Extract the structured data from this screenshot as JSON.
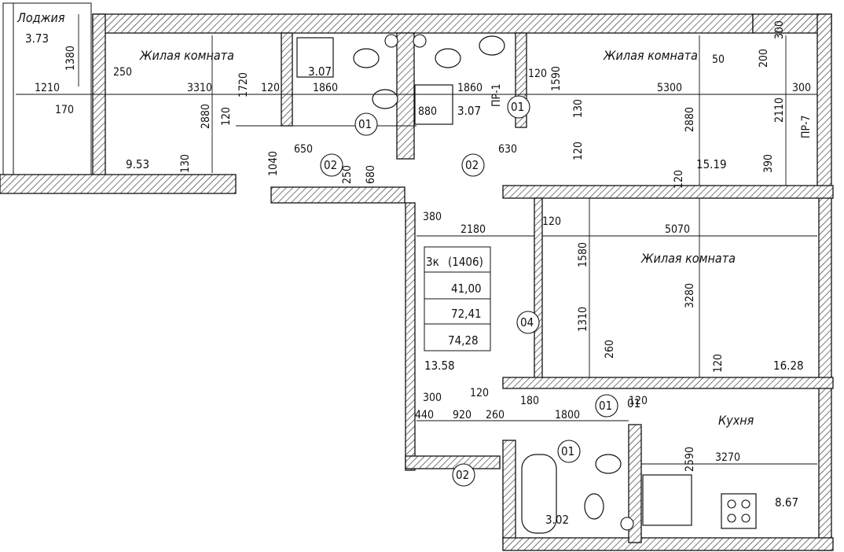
{
  "rooms": {
    "loggia": {
      "label": "Лоджия",
      "area": "3.73"
    },
    "living_left": {
      "label": "Жилая комната",
      "area": "9.53"
    },
    "living_right_top": {
      "label": "Жилая комната",
      "area": "15.19"
    },
    "living_right_mid": {
      "label": "Жилая комната",
      "area": "16.28"
    },
    "bath_top_left": {
      "area": "3.07"
    },
    "bath_top_right": {
      "area": "3.07"
    },
    "hall": {
      "area": "13.58"
    },
    "kitchen": {
      "label": "Кухня",
      "area": "8.67"
    },
    "bathroom_bottom": {
      "area": "3.02"
    }
  },
  "apartment_box": {
    "type": "3к",
    "code": "(1406)",
    "living_area": "41,00",
    "total_area": "72,41",
    "total_with_loggia": "74,28"
  },
  "door_marks": [
    "01",
    "02",
    "01",
    "02",
    "01",
    "04",
    "01",
    "01",
    "02"
  ],
  "duct_marks": [
    "ПР-1",
    "ПР-7"
  ],
  "dims": [
    "1380",
    "1210",
    "170",
    "250",
    "3310",
    "1720",
    "120",
    "2880",
    "120",
    "130",
    "1040",
    "650",
    "250",
    "680",
    "1860",
    "1860",
    "880",
    "120",
    "1590",
    "130",
    "120",
    "630",
    "5300",
    "50",
    "200",
    "300",
    "300",
    "2110",
    "2880",
    "390",
    "120",
    "380",
    "2180",
    "120",
    "1580",
    "5070",
    "1310",
    "260",
    "3280",
    "120",
    "300",
    "440",
    "920",
    "260",
    "120",
    "180",
    "1800",
    "120",
    "2590",
    "3270"
  ]
}
